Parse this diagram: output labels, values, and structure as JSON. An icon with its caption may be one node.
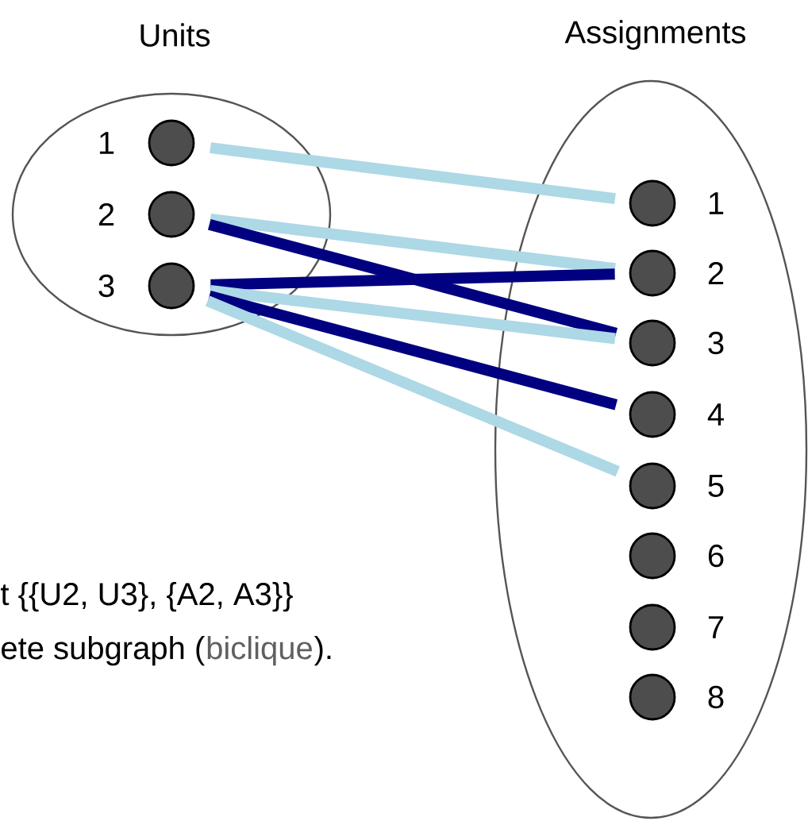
{
  "diagram": {
    "nodes": [
      {
        "text": [
          "Units"
        ]
      },
      {
        "text": [],
        "shape": "circle",
        "beside": [
          "1"
        ],
        "in": 0
      },
      {
        "text": [],
        "shape": "circle",
        "beside": [
          "2"
        ],
        "in": 0
      },
      {
        "text": [],
        "shape": "circle",
        "beside": [
          "3"
        ],
        "in": 0
      },
      {
        "text": [
          "Assignments"
        ]
      },
      {
        "text": [],
        "shape": "circle",
        "beside": [
          "1"
        ],
        "in": 4
      },
      {
        "text": [],
        "shape": "circle",
        "beside": [
          "2"
        ],
        "in": 4
      },
      {
        "text": [],
        "shape": "circle",
        "beside": [
          "3"
        ],
        "in": 4
      },
      {
        "text": [],
        "shape": "circle",
        "beside": [
          "4"
        ],
        "in": 4
      },
      {
        "text": [],
        "shape": "circle",
        "beside": [
          "5"
        ],
        "in": 4
      },
      {
        "text": [],
        "shape": "circle",
        "beside": [
          "6"
        ],
        "in": 4
      },
      {
        "text": [],
        "shape": "circle",
        "beside": [
          "7"
        ],
        "in": 4
      },
      {
        "text": [],
        "shape": "circle",
        "beside": [
          "8"
        ],
        "in": 4
      }
    ],
    "edges": [
      {
        "from": 1,
        "to": 5,
        "arrow": "none"
      },
      {
        "from": 2,
        "to": 6,
        "arrow": "none"
      },
      {
        "from": 2,
        "to": 7,
        "arrow": "none",
        "color": "#000080"
      },
      {
        "from": 3,
        "to": 6,
        "arrow": "none",
        "color": "#000080"
      },
      {
        "from": 3,
        "to": 7,
        "arrow": "none"
      },
      {
        "from": 3,
        "to": 8,
        "arrow": "none",
        "color": "#000080"
      },
      {
        "from": 3,
        "to": 9,
        "arrow": "none"
      }
    ],
    "labels": [
      "t {{U2, U3}, {A2, A3}}",
      "ete subgraph (",
      "biclique",
      ")."
    ]
  }
}
